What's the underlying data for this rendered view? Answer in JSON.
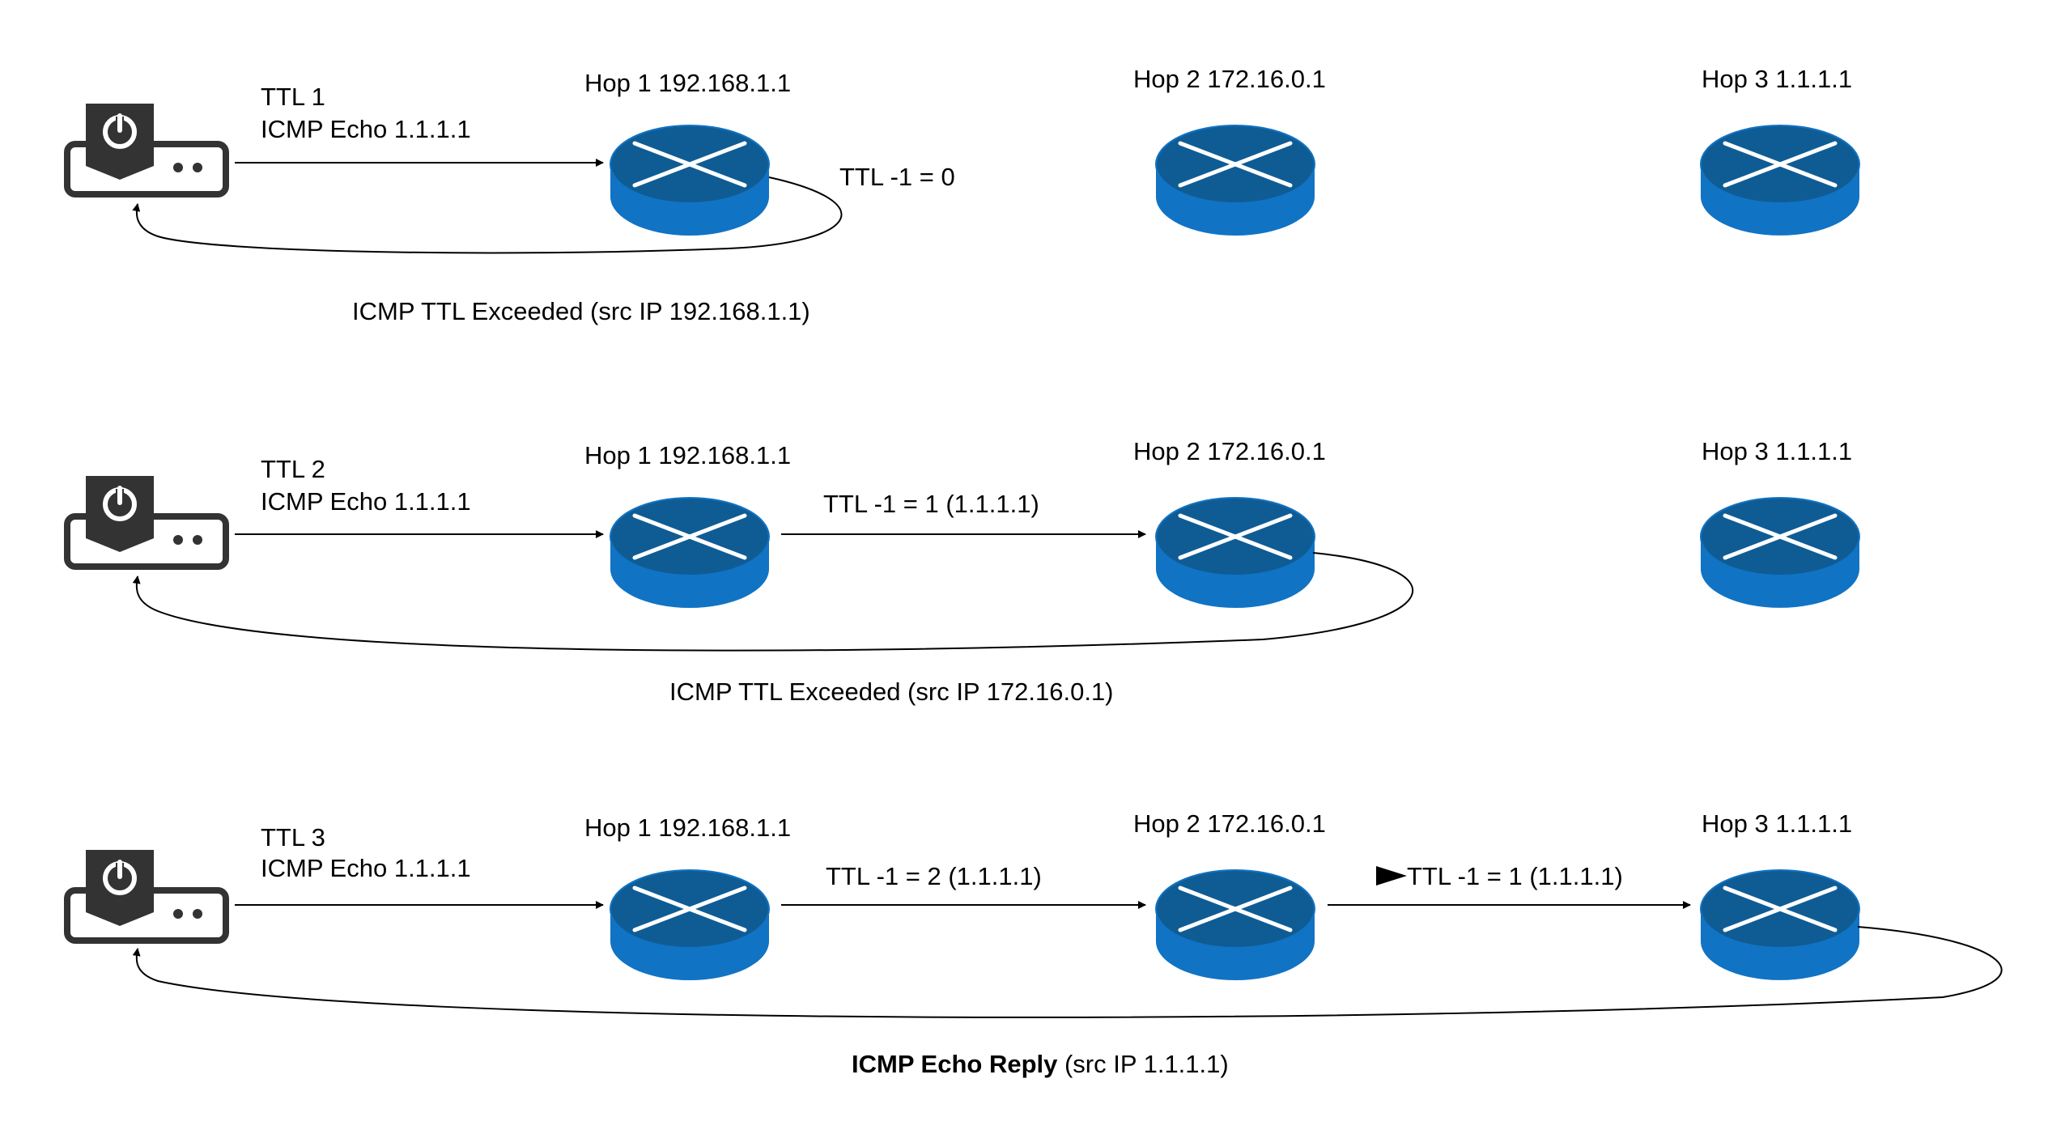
{
  "colors": {
    "router_top": "#0f5c95",
    "router_side": "#1173c4",
    "router_cross": "#ffffff",
    "host_stroke": "#333333",
    "line": "#000000"
  },
  "icons": {
    "host": "host-device-icon",
    "router": "router-icon"
  },
  "rows": [
    {
      "send_ttl": "TTL 1",
      "send_echo": "ICMP Echo 1.1.1.1",
      "hops": [
        {
          "label": "Hop 1 192.168.1.1"
        },
        {
          "label": "Hop 2 172.16.0.1"
        },
        {
          "label": "Hop 3 1.1.1.1"
        }
      ],
      "forward_labels": [
        "TTL -1 = 0"
      ],
      "reply_bold": "",
      "reply_rest": "ICMP TTL Exceeded (src IP 192.168.1.1)"
    },
    {
      "send_ttl": "TTL 2",
      "send_echo": "ICMP Echo 1.1.1.1",
      "hops": [
        {
          "label": "Hop 1 192.168.1.1"
        },
        {
          "label": "Hop 2 172.16.0.1"
        },
        {
          "label": "Hop 3 1.1.1.1"
        }
      ],
      "forward_labels": [
        "TTL -1 = 1 (1.1.1.1)"
      ],
      "reply_bold": "",
      "reply_rest": "ICMP TTL Exceeded (src IP 172.16.0.1)"
    },
    {
      "send_ttl": "TTL 3",
      "send_echo": "ICMP Echo 1.1.1.1",
      "hops": [
        {
          "label": "Hop 1 192.168.1.1"
        },
        {
          "label": "Hop 2 172.16.0.1"
        },
        {
          "label": "Hop 3 1.1.1.1"
        }
      ],
      "forward_labels": [
        "TTL -1 = 2 (1.1.1.1)",
        "TTL -1 = 1 (1.1.1.1)"
      ],
      "reply_bold": "ICMP Echo Reply",
      "reply_rest": " (src IP 1.1.1.1)"
    }
  ]
}
